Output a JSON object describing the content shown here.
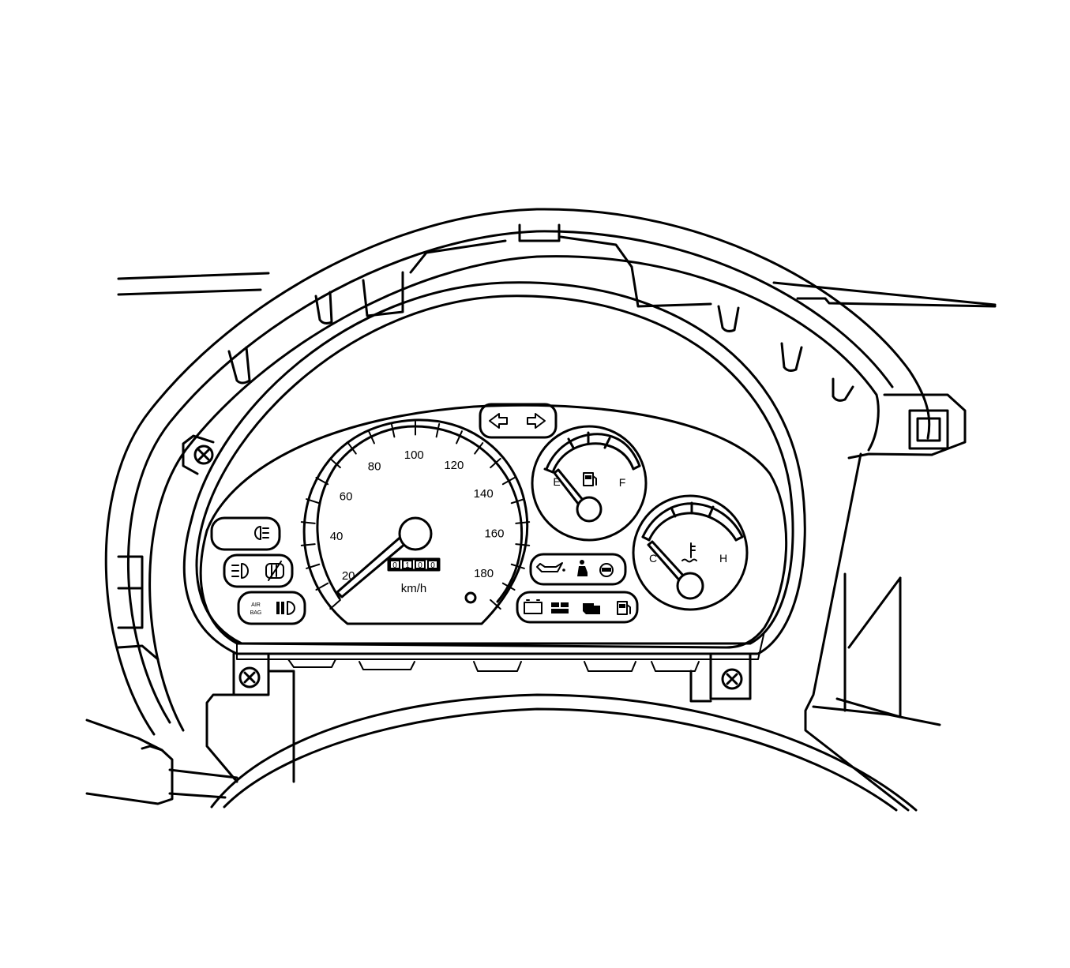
{
  "speedometer": {
    "scale": [
      "20",
      "40",
      "60",
      "80",
      "100",
      "120",
      "140",
      "160",
      "180"
    ],
    "unit": "km/h",
    "odometer": [
      "0",
      "1",
      "0",
      "0"
    ]
  },
  "fuel_gauge": {
    "empty_label": "E",
    "full_label": "F",
    "icon": "fuel-pump-icon"
  },
  "temp_gauge": {
    "cold_label": "C",
    "hot_label": "H",
    "icon": "coolant-temperature-icon"
  },
  "indicators": {
    "turn_signals": [
      "left-turn-arrow-icon",
      "right-turn-arrow-icon"
    ],
    "left_cluster": [
      "rear-fog-lamp-icon",
      "front-fog-lamp-icon",
      "defroster-icon",
      "airbag-icon",
      "high-beam-icon"
    ],
    "airbag_text": [
      "AIR",
      "BAG"
    ],
    "right_row_1": [
      "oil-pressure-icon",
      "seatbelt-icon",
      "brake-warning-icon"
    ],
    "right_row_2": [
      "battery-icon",
      "check-engine-icon",
      "engine-icon",
      "low-fuel-icon"
    ]
  }
}
